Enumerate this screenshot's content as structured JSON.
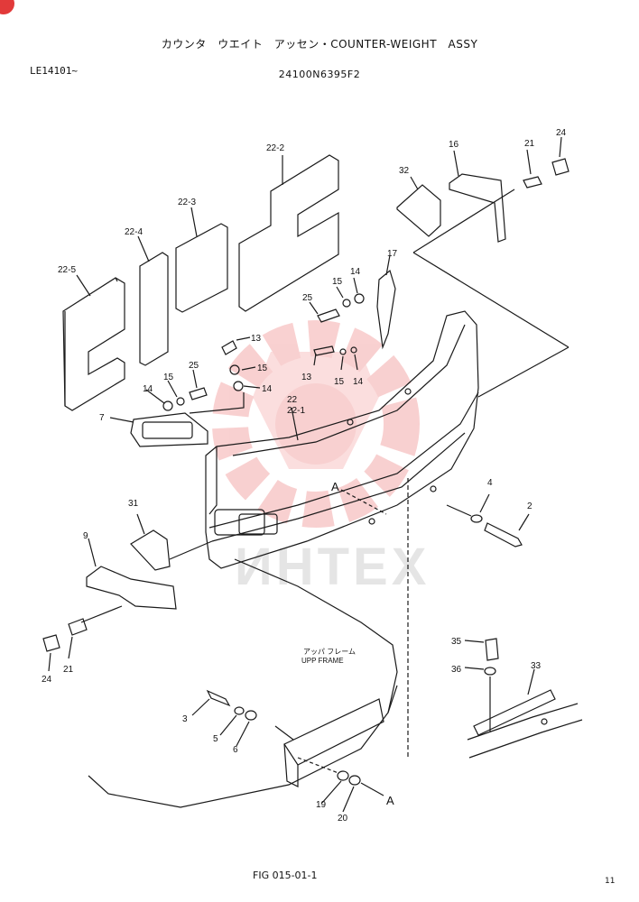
{
  "header": {
    "title": "カウンタ　ウエイト　アッセン・COUNTER-WEIGHT　ASSY",
    "serial_range": "LE14101~",
    "assembly_number": "24100N6395F2"
  },
  "footer": {
    "figure_number": "FIG 015-01-1",
    "page_number": "11"
  },
  "annotations": {
    "upper_frame_jp": "アッパ フレーム",
    "upper_frame_en": "UPP FRAME",
    "section_marker": "A"
  },
  "callouts": {
    "c22_2": "22-2",
    "c22_3": "22-3",
    "c22_4": "22-4",
    "c22_5": "22-5",
    "c22": "22",
    "c22_1": "22-1",
    "c16": "16",
    "c21a": "21",
    "c24a": "24",
    "c32": "32",
    "c17": "17",
    "c14a": "14",
    "c15a": "15",
    "c25a": "25",
    "c13a": "13",
    "c15b": "15",
    "c14b": "14",
    "c13b": "13",
    "c15c": "15",
    "c14c": "14",
    "c15d": "15",
    "c25b": "25",
    "c14d": "14",
    "c7": "7",
    "c4": "4",
    "c2": "2",
    "c31": "31",
    "c9": "9",
    "c21b": "21",
    "c24b": "24",
    "c35": "35",
    "c36": "36",
    "c33": "33",
    "c3": "3",
    "c5": "5",
    "c6": "6",
    "c19": "19",
    "c20": "20"
  },
  "watermark": {
    "text": "ИНТЕХ",
    "color": "#e85a5a"
  },
  "colors": {
    "line": "#1a1a1a",
    "watermark": "#e85a5a",
    "corner_badge": "#e23a3a"
  }
}
